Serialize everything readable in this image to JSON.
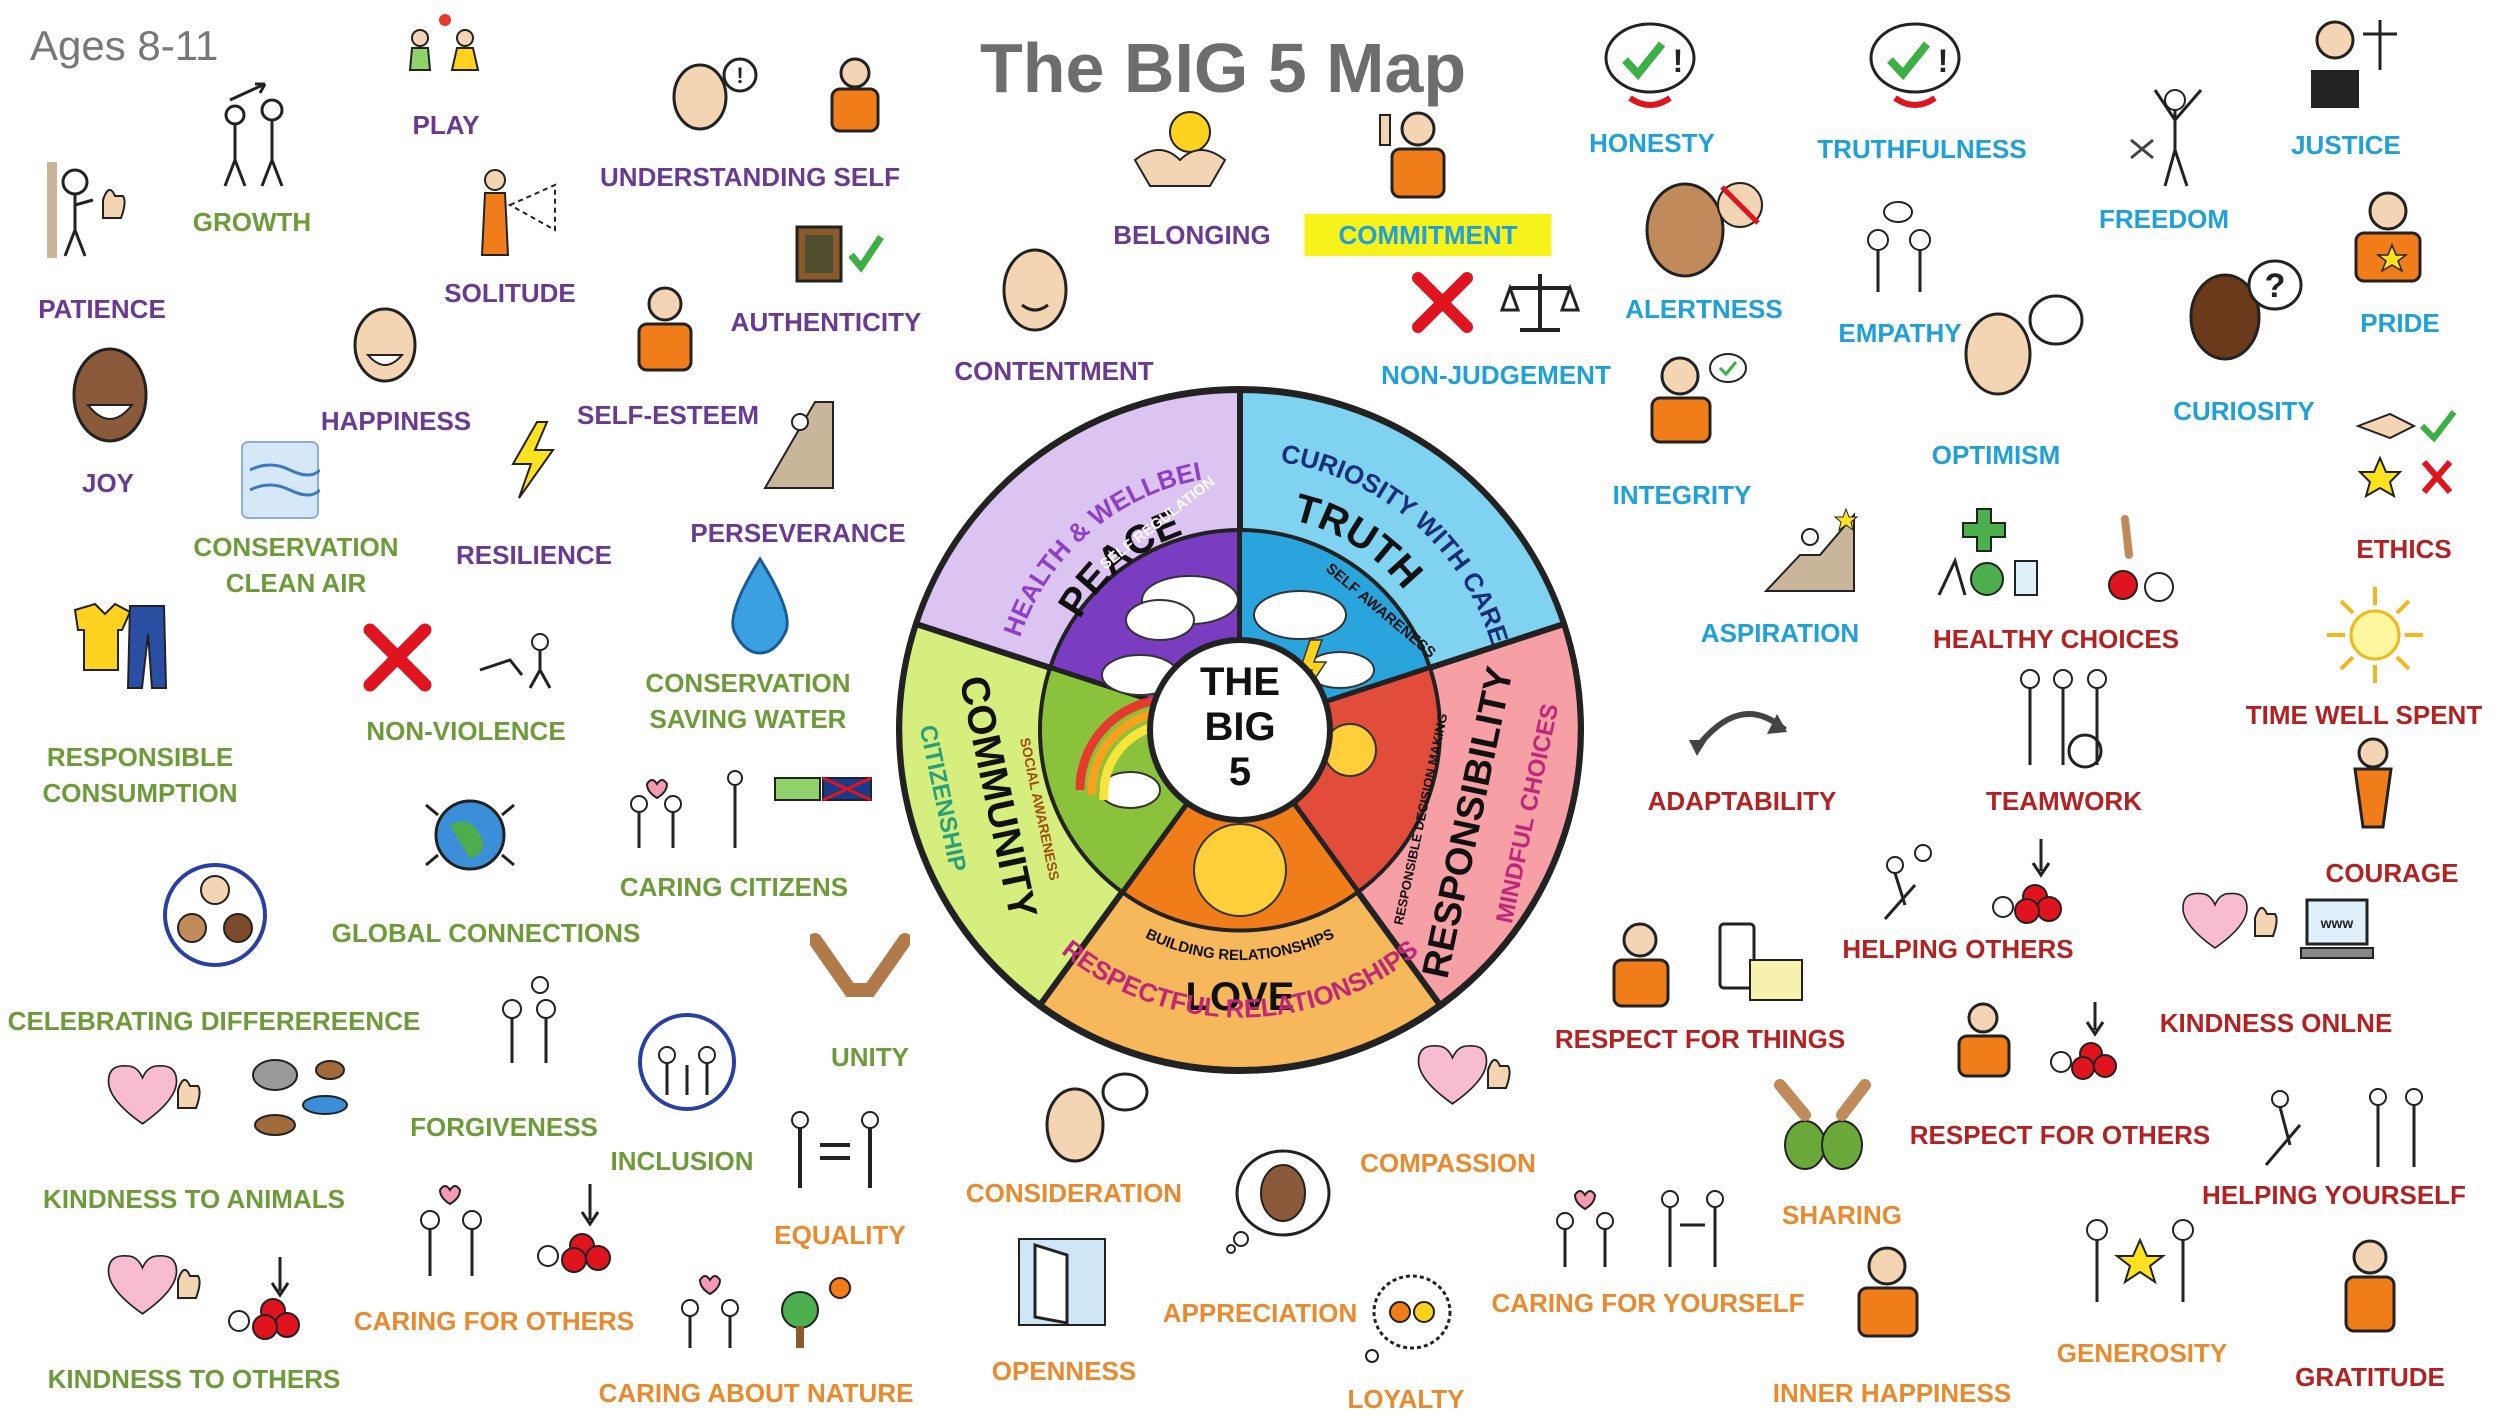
{
  "header": {
    "ages": "Ages 8-11",
    "title": "The BIG 5 Map"
  },
  "wheel": {
    "center": [
      "THE",
      "BIG",
      "5"
    ],
    "segments": {
      "peace": {
        "name": "PEACE",
        "outer": "HEALTH & WELLBEING",
        "inner": "SELF REGULATION",
        "color": "#dcc4f2",
        "ring": "#7a3dc2"
      },
      "truth": {
        "name": "TRUTH",
        "outer": "CURIOSITY WITH CARE",
        "inner": "SELF AWARENESS",
        "color": "#7fd3f0",
        "ring": "#2aa4dc"
      },
      "responsibility": {
        "name": "RESPONSIBILITY",
        "outer": "MINDFUL CHOICES",
        "inner": "RESPONSIBLE DECISION MAKING",
        "color": "#f6a0a6",
        "ring": "#e24d3b"
      },
      "love": {
        "name": "LOVE",
        "outer": "RESPECTFUL RELATIONSHIPS",
        "inner": "BUILDING RELATIONSHIPS",
        "color": "#f6b85a",
        "ring": "#f07d1a"
      },
      "community": {
        "name": "COMMUNITY",
        "outer": "CITIZENSHIP",
        "inner": "SOCIAL AWARENESS",
        "color": "#d5ee7d",
        "ring": "#8ac33b"
      }
    }
  },
  "colors": {
    "purple": "#6a3a93",
    "green": "#6e9b3a",
    "blue": "#1fa0d8",
    "red": "#b32222",
    "orange": "#e98a2e"
  },
  "labels": {
    "patience": "PATIENCE",
    "growth": "GROWTH",
    "play": "PLAY",
    "understanding_self": "UNDERSTANDING SELF",
    "solitude": "SOLITUDE",
    "authenticity": "AUTHENTICITY",
    "happiness": "HAPPINESS",
    "self_esteem": "SELF-ESTEEM",
    "joy": "JOY",
    "resilience": "RESILIENCE",
    "perseverance": "PERSEVERANCE",
    "contentment": "CONTENTMENT",
    "belonging": "BELONGING",
    "commitment": "COMMITMENT",
    "non_judgement": "NON-JUDGEMENT",
    "conservation_clean_air_1": "CONSERVATION",
    "conservation_clean_air_2": "CLEAN AIR",
    "non_violence": "NON-VIOLENCE",
    "conservation_saving_water_1": "CONSERVATION",
    "conservation_saving_water_2": "SAVING WATER",
    "responsible_consumption_1": "RESPONSIBLE",
    "responsible_consumption_2": "CONSUMPTION",
    "caring_citizens": "CARING CITIZENS",
    "global_connections": "GLOBAL CONNECTIONS",
    "celebrating_difference": "CELEBRATING DIFFEREREENCE",
    "unity": "UNITY",
    "forgiveness": "FORGIVENESS",
    "inclusion": "INCLUSION",
    "kindness_to_animals": "KINDNESS TO ANIMALS",
    "equality": "EQUALITY",
    "caring_for_others": "CARING FOR OTHERS",
    "kindness_to_others": "KINDNESS TO OTHERS",
    "caring_about_nature": "CARING ABOUT NATURE",
    "consideration": "CONSIDERATION",
    "openness": "OPENNESS",
    "appreciation": "APPRECIATION",
    "compassion": "COMPASSION",
    "loyalty": "LOYALTY",
    "caring_for_yourself": "CARING FOR YOURSELF",
    "sharing": "SHARING",
    "inner_happiness": "INNER HAPPINESS",
    "generosity": "GENEROSITY",
    "gratitude": "GRATITUDE",
    "honesty": "HONESTY",
    "truthfulness": "TRUTHFULNESS",
    "justice": "JUSTICE",
    "freedom": "FREEDOM",
    "alertness": "ALERTNESS",
    "empathy": "EMPATHY",
    "pride": "PRIDE",
    "curiosity": "CURIOSITY",
    "optimism": "OPTIMISM",
    "integrity": "INTEGRITY",
    "ethics": "ETHICS",
    "aspiration": "ASPIRATION",
    "healthy_choices": "HEALTHY CHOICES",
    "time_well_spent": "TIME WELL SPENT",
    "adaptability": "ADAPTABILITY",
    "teamwork": "TEAMWORK",
    "courage": "COURAGE",
    "helping_others": "HELPING OTHERS",
    "respect_for_things": "RESPECT FOR THINGS",
    "kindness_online": "KINDNESS ONLNE",
    "respect_for_others": "RESPECT FOR OTHERS",
    "helping_yourself": "HELPING YOURSELF"
  }
}
